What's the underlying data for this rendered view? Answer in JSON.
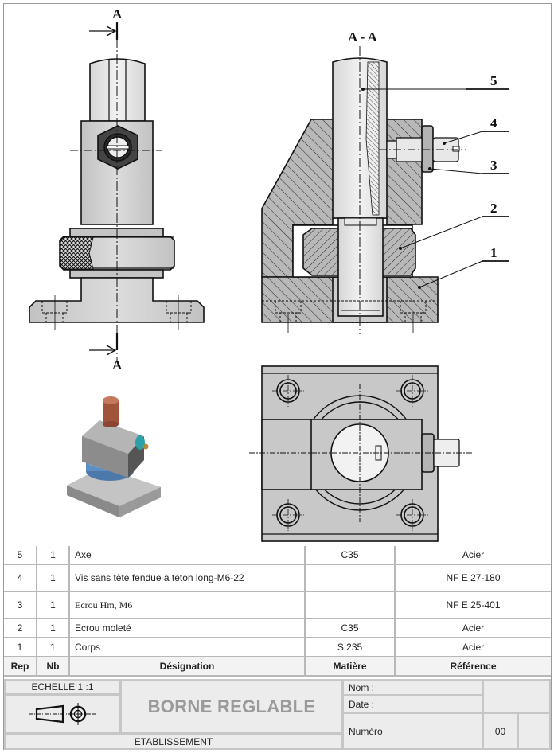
{
  "drawing": {
    "section_marker": "A",
    "section_view_title": "A - A",
    "callouts": [
      "5",
      "4",
      "3",
      "2",
      "1"
    ]
  },
  "colors": {
    "part_fill": "#c8c8c8",
    "section_fill": "#b4b4b4",
    "line": "#111111",
    "axis_copper": "#a0553a",
    "nut_teal": "#2aa0a8",
    "knurled_blue": "#5f8fc0"
  },
  "parts_list": {
    "headers": [
      "Rep",
      "Nb",
      "Désignation",
      "Matière",
      "Référence"
    ],
    "rows": [
      {
        "rep": "5",
        "nb": "1",
        "designation": "Axe",
        "matiere": "C35",
        "reference": "Acier"
      },
      {
        "rep": "4",
        "nb": "1",
        "designation": "Vis sans tête fendue à téton long-M6-22",
        "matiere": "",
        "reference": "NF E 27-180"
      },
      {
        "rep": "3",
        "nb": "1",
        "designation": "Ecrou Hm, M6",
        "matiere": "",
        "reference": "NF E 25-401"
      },
      {
        "rep": "2",
        "nb": "1",
        "designation": "Ecrou moleté",
        "matiere": "C35",
        "reference": "Acier"
      },
      {
        "rep": "1",
        "nb": "1",
        "designation": "Corps",
        "matiere": "S 235",
        "reference": "Acier"
      }
    ]
  },
  "title_block": {
    "scale": "ECHELLE 1 :1",
    "title": "BORNE REGLABLE",
    "establishment": "ETABLISSEMENT",
    "name_label": "Nom :",
    "date_label": "Date :",
    "number_label": "Numéro",
    "number_value": "00",
    "projection_icon": "first-angle-projection-symbol"
  }
}
